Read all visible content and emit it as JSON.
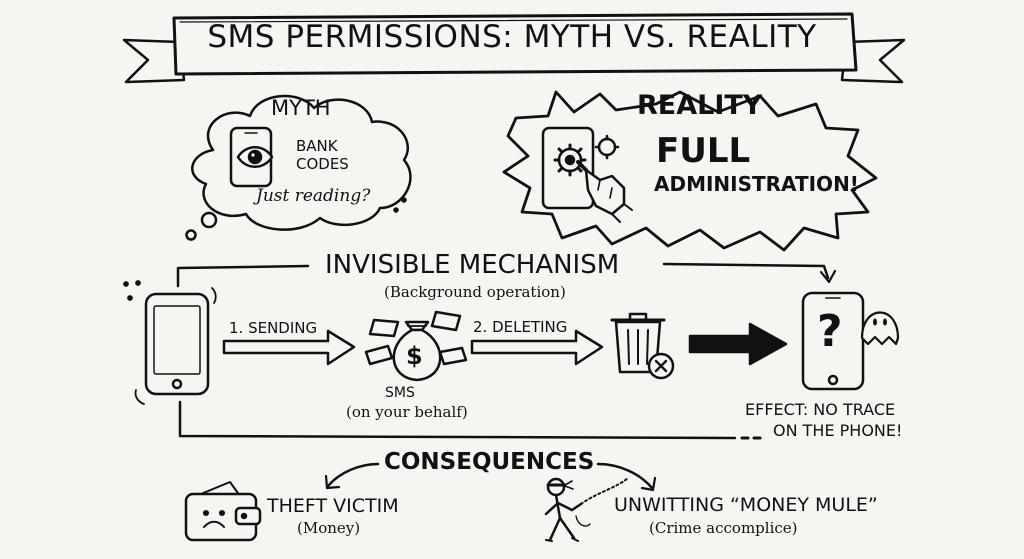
{
  "title": "SMS PERMISSIONS: MYTH VS. REALITY",
  "myth": {
    "heading": "MYTH",
    "line1": "BANK",
    "line2": "CODES",
    "caption": "Just reading?"
  },
  "reality": {
    "heading": "REALITY",
    "line1": "FULL",
    "line2": "ADMINISTRATION!"
  },
  "mechanism": {
    "heading": "INVISIBLE MECHANISM",
    "subheading": "(Background operation)",
    "step1": "1. SENDING",
    "step2": "2. DELETING",
    "sms_label": "SMS",
    "sms_sub": "(on your behalf)",
    "effect_line1": "EFFECT: NO TRACE",
    "effect_line2": "ON THE PHONE!",
    "mystery_glyph": "?",
    "money_glyph": "$"
  },
  "consequences": {
    "heading": "CONSEQUENCES",
    "left_title": "THEFT VICTIM",
    "left_sub": "(Money)",
    "right_title": "UNWITTING “MONEY MULE”",
    "right_sub": "(Crime accomplice)"
  },
  "icons": [
    "eye-icon",
    "gear-icon",
    "robot-hand-icon",
    "phone-icon",
    "money-bag-icon",
    "trash-icon",
    "ghost-icon",
    "wallet-icon",
    "mule-figure-icon"
  ]
}
